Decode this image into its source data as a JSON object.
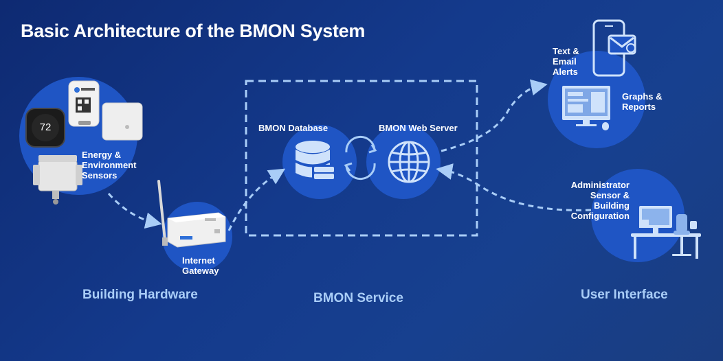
{
  "title": "Basic Architecture of the BMON System",
  "sensors": {
    "label_lines": [
      "Energy &",
      "Environment",
      "Sensors"
    ],
    "thermostat_reading": "72"
  },
  "gateway": {
    "label_lines": [
      "Internet",
      "Gateway"
    ]
  },
  "service": {
    "database_label": "BMON Database",
    "webserver_label": "BMON Web Server"
  },
  "ui": {
    "alerts_lines": [
      "Text &",
      "Email",
      "Alerts"
    ],
    "graphs_lines": [
      "Graphs &",
      "Reports"
    ],
    "admin_lines": [
      "Administrator",
      "Sensor &",
      "Building",
      "Configuration"
    ]
  },
  "sections": {
    "hardware": "Building Hardware",
    "service": "BMON Service",
    "ui": "User Interface"
  },
  "colors": {
    "background": "#143a8c",
    "circle": "#1f55c4",
    "accent": "#a9cdf7",
    "arrow": "#a9cdf7"
  }
}
